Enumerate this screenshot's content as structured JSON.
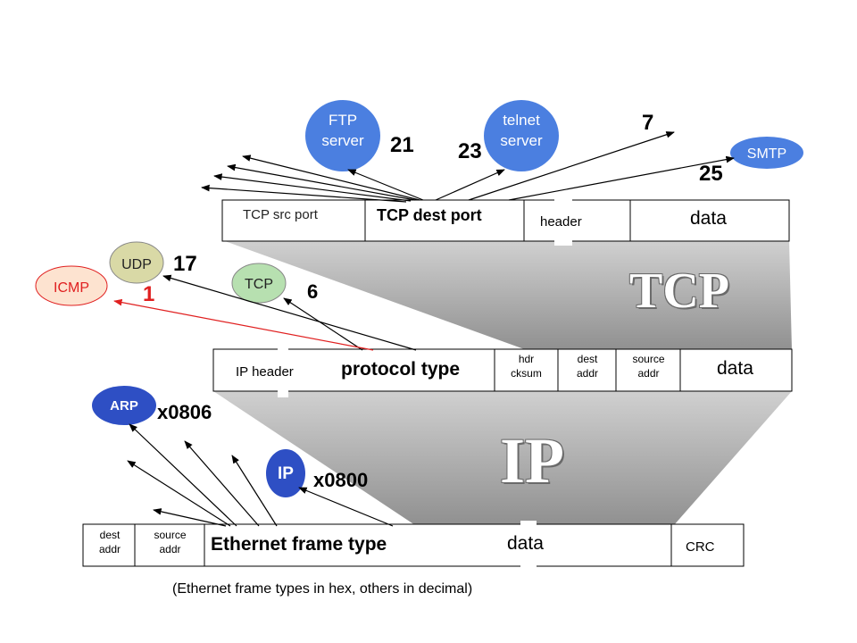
{
  "tcp_segment": {
    "src_port": "TCP src port",
    "dest_port": "TCP dest port",
    "header": "header",
    "data": "data"
  },
  "ip_datagram": {
    "header": "IP header",
    "protocol_type": "protocol type",
    "hdr_cksum": [
      "hdr",
      "cksum"
    ],
    "dest_addr": [
      "dest",
      "addr"
    ],
    "source_addr": [
      "source",
      "addr"
    ],
    "data": "data"
  },
  "ethernet_frame": {
    "dest_addr": [
      "dest",
      "addr"
    ],
    "source_addr": [
      "source",
      "addr"
    ],
    "frame_type": "Ethernet frame type",
    "data": "data",
    "crc": "CRC"
  },
  "applications": {
    "ftp": [
      "FTP",
      "server"
    ],
    "telnet": [
      "telnet",
      "server"
    ],
    "smtp": "SMTP"
  },
  "port_numbers": {
    "ftp": "21",
    "telnet": "23",
    "echo": "7",
    "smtp": "25"
  },
  "protocols": {
    "udp": "UDP",
    "tcp": "TCP",
    "icmp": "ICMP"
  },
  "protocol_numbers": {
    "udp": "17",
    "tcp": "6",
    "icmp": "1"
  },
  "ethertypes": {
    "arp": "ARP",
    "ip": "IP",
    "arp_code": "x0806",
    "ip_code": "x0800"
  },
  "layer_watermarks": {
    "tcp": "TCP",
    "ip": "IP"
  },
  "caption": "(Ethernet frame types in hex, others in decimal)",
  "colors": {
    "app_ellipse": "#4b7fe0",
    "udp_ellipse": "#d9d9a6",
    "tcp_ellipse": "#b7e0b0",
    "icmp_ellipse": "#fde3d0",
    "icmp_text": "#e02020",
    "arp_ellipse": "#2e4fc4",
    "ip_ellipse": "#2e4fc4",
    "icmp_arrow": "#e02020",
    "trapezoid_top": "#c8c8c8",
    "trapezoid_bottom": "#8a8a8a"
  }
}
